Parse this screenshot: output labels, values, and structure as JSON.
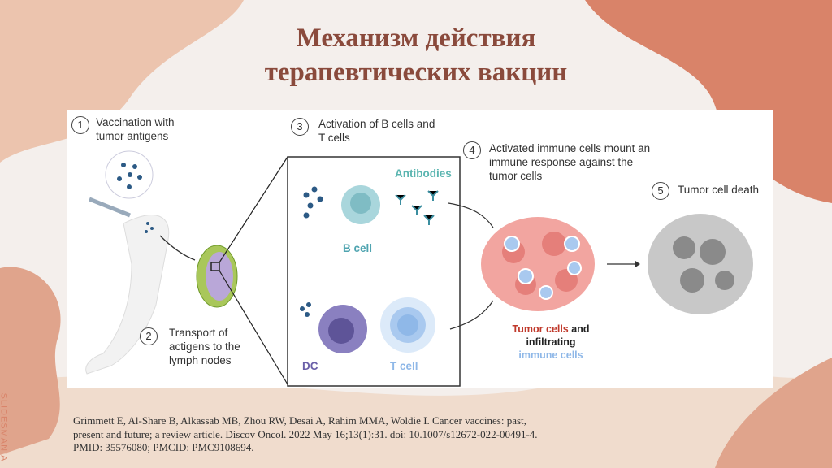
{
  "slide": {
    "title_line1": "Механизм действия",
    "title_line2": "терапевтических вакцин",
    "watermark": "SLIDESMANIA",
    "citation": "Grimmett E, Al-Share B, Alkassab MB, Zhou RW, Desai A, Rahim MMA, Woldie I. Cancer vaccines: past, present and future; a review article. Discov Oncol. 2022 May 16;13(1):31. doi: 10.1007/s12672-022-00491-4. PMID: 35576080; PMCID: PMC9108694."
  },
  "figure": {
    "steps": [
      {
        "num": "1",
        "text": "Vaccination with tumor antigens"
      },
      {
        "num": "2",
        "text": "Transport of actigens to the lymph nodes"
      },
      {
        "num": "3",
        "text": "Activation of B cells and T cells"
      },
      {
        "num": "4",
        "text": "Activated immune cells mount an immune response against the tumor cells"
      },
      {
        "num": "5",
        "text": "Tumor cell death"
      }
    ],
    "labels": {
      "antibodies": "Antibodies",
      "b_cell": "B cell",
      "dc": "DC",
      "t_cell": "T cell",
      "tumor_cells": "Tumor cells",
      "and": "and",
      "infiltrating": "infiltrating",
      "immune_cells": "immune cells"
    },
    "colors": {
      "accent": "#d98369",
      "title": "#8a4a3c",
      "b_cell": "#4fa4b0",
      "dc": "#6a5fa8",
      "t_cell": "#8fb8e8",
      "tumor": "#c0392b"
    }
  }
}
